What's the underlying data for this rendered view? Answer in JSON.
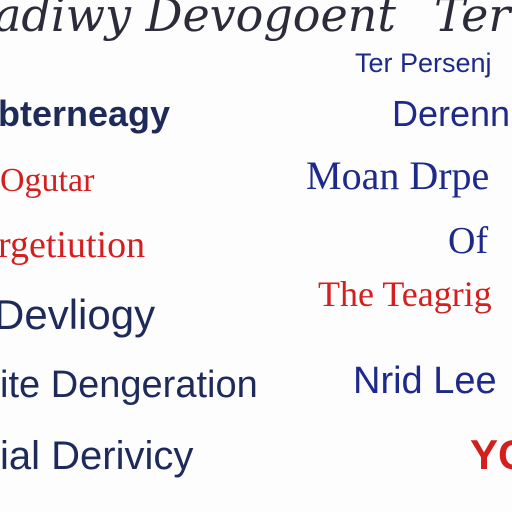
{
  "title": {
    "left": "adiwy Devogoent",
    "right": "Ter"
  },
  "left_column": [
    "bterneagy",
    "Ogutar",
    "rgetiution",
    "Devliogy",
    "ite Dengeration",
    "ial Derivicy"
  ],
  "right_column": [
    "Ter Persenj",
    "Derenn",
    "Moan Drpe",
    "Of",
    "The Teagrig",
    "Nrid Lee",
    "YC"
  ],
  "colors": {
    "navy": "#1d2a5a",
    "blue": "#1d2a8a",
    "red": "#d41f1f",
    "title": "#2b2b3a",
    "background": "#fdfdfd"
  }
}
